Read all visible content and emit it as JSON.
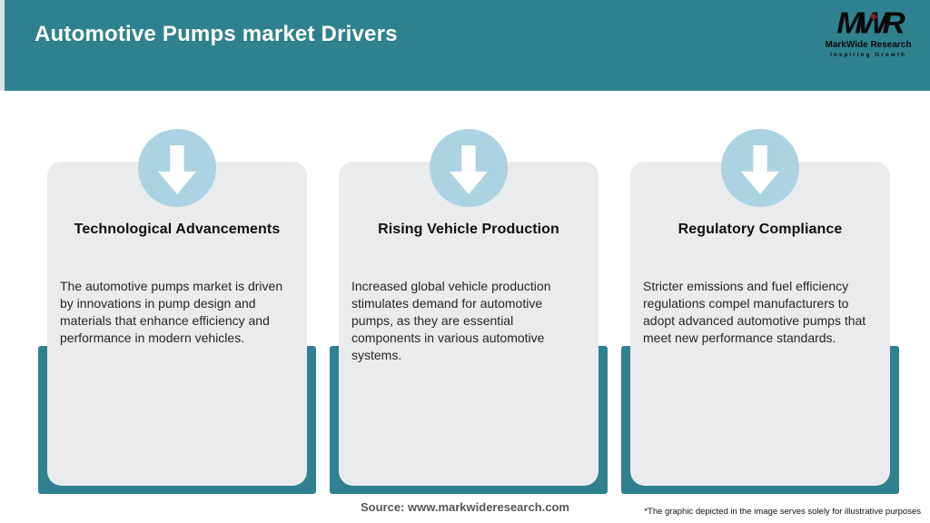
{
  "header": {
    "title": "Automotive Pumps market Drivers",
    "logo": {
      "mark": "MWR",
      "name": "MarkWide Research",
      "tagline": "Inspiring Growth"
    }
  },
  "cards": [
    {
      "title": "Technological Advancements",
      "body": "The automotive pumps market is driven by innovations in pump design and materials that enhance efficiency and performance in modern vehicles."
    },
    {
      "title": "Rising Vehicle Production",
      "body": "Increased global vehicle production stimulates demand for automotive pumps, as they are essential components in various automotive systems."
    },
    {
      "title": "Regulatory Compliance",
      "body": "Stricter emissions and fuel efficiency regulations compel manufacturers to adopt advanced automotive pumps that meet new performance standards."
    }
  ],
  "footer": {
    "source": "Source: www.markwideresearch.com",
    "disclaimer": "*The graphic depicted in the image serves solely for illustrative purposes"
  },
  "icons": [
    {
      "name": "down-arrow-icon",
      "glyph": "block arrow pointing down",
      "color": "#FFFFFF"
    }
  ],
  "colors": {
    "teal": "#30818F",
    "card_bg": "#E9EBEC",
    "circle_blue": "#ACD3E2",
    "edge_strip": "#D9E2E4",
    "logo_dot": "#7A1F2B",
    "title_text": "#FFFFFF",
    "heading_text": "#101010",
    "body_text": "#272727",
    "source_text": "#575757"
  }
}
